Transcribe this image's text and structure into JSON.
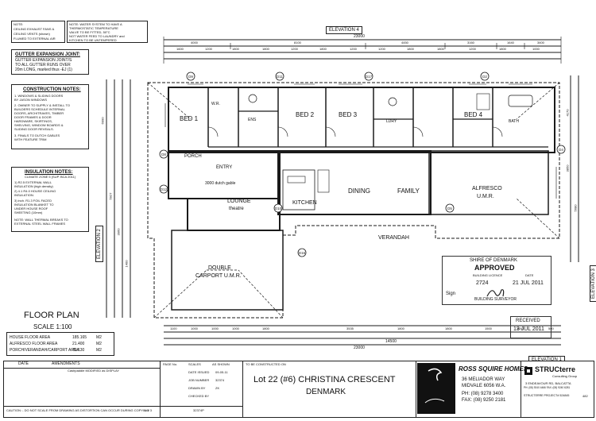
{
  "notes": {
    "note1": [
      "NOTE:",
      "CEILING EXHAUST FANS &",
      "CEILING VENTS (shown)",
      "FLUMED TO EXTERNAL AIR"
    ],
    "note2": [
      "NOTE: WATER SYSTEM TO HAVE A",
      "THERMOSTATIC TEMPERATURE",
      "VALVE TO BE FITTED, 50°C",
      "NOT WATER FEED TO LAUNDRY and",
      "KITCHEN TO BE UNTEMPERED"
    ],
    "gutter_title": "GUTTER EXPANSION JOINT:",
    "gutter_lines": [
      "GUTTER EXPANSION JOINT/S",
      "TO ALL GUTTER RUNS OVER",
      "20m LONG, marked thus -EJ (1)"
    ],
    "construction_title": "CONSTRUCTION NOTES:",
    "construction_lines": [
      "1. WINDOWS & SLIDING DOORS",
      "   BY JASON WINDOWS",
      "2. OWNER TO SUPPLY & INSTALL TO",
      "   BUILDERS SCHEDULE INTERNAL",
      "   DOORS, ARCHITRAVES, TIMBER",
      "   DOOR FRAMES & DOOR",
      "   HARDWARE, SKIRTINGS,",
      "   SHELVING, WINDOW BOARDS &",
      "   SLIDING DOOR REVEALS.",
      "3. FINALS TO DUTCH GABLES",
      "   WITH FEATURE TRIM"
    ],
    "insulation_title": "INSULATION NOTES:",
    "insulation_lines": [
      "CLIMATE ZONE 5 (SUP. BCA 2011)",
      "1) R2.5 EXTERNAL WALL",
      "   INSULATION (high density)",
      "2) 4.1 R4.0 HOUSE CEILING",
      "   INSULATION.",
      "3) inch. R1.3 FOIL FACED",
      "   INSULATION BLANKET TO",
      "   UNDER HOUSE ROOF",
      "   SHEETING (10mm)",
      "NOTE: WALL THERMAL BREAKS TO",
      "EXTERNAL STEEL WALL FRAMES"
    ]
  },
  "floor_plan": {
    "title": "FLOOR PLAN",
    "scale": "SCALE 1:100",
    "areas": [
      {
        "label": "HOUSE FLOOR AREA",
        "value": "185.165",
        "unit": "M2"
      },
      {
        "label": "ALFRESCO FLOOR AREA",
        "value": "21.400",
        "unit": "M2"
      },
      {
        "label": "PORCH/VERANDAH/CARPORT AREA",
        "value": "70.130",
        "unit": "M2"
      }
    ]
  },
  "elevations": {
    "top": "ELEVATION 4",
    "left": "ELEVATION 2",
    "right": "ELEVATION 3",
    "bottom": "ELEVATION 1"
  },
  "dims": {
    "top_overall": "23000",
    "top_row1": [
      "4000",
      "8100",
      "4450",
      "3160",
      "1640",
      "3400"
    ],
    "top_row2": [
      "1600",
      "1200",
      "1800",
      "1800",
      "1200",
      "1800",
      "1200",
      "1200",
      "1800",
      "1800",
      "1200",
      "1800",
      "1000"
    ],
    "bottom_overall": "23000",
    "bottom_mid": "14500",
    "bottom_row": [
      "1100",
      "1000",
      "1000",
      "1000",
      "1800",
      "3535",
      "1800",
      "1800",
      "1500",
      "1000",
      "500"
    ],
    "left_vertical": [
      "6990",
      "5927",
      "3960",
      "1400"
    ],
    "right_vertical": [
      "4170",
      "3850",
      "5680"
    ]
  },
  "rooms": [
    {
      "name": "BED 1"
    },
    {
      "name": "BED 2"
    },
    {
      "name": "BED 3"
    },
    {
      "name": "BED 4"
    },
    {
      "name": "W.R."
    },
    {
      "name": "ENS"
    },
    {
      "name": "BATH"
    },
    {
      "name": "LDRY"
    },
    {
      "name": "PORCH"
    },
    {
      "name": "ENTRY"
    },
    {
      "name": "LOUNGE"
    },
    {
      "name": "theatre"
    },
    {
      "name": "KITCHEN"
    },
    {
      "name": "DINING"
    },
    {
      "name": "FAMILY"
    },
    {
      "name": "VERANDAH"
    },
    {
      "name": "ALFRESCO"
    },
    {
      "name": "U.M.R."
    },
    {
      "name": "DOUBLE"
    },
    {
      "name": "CARPORT U.M.R."
    },
    {
      "name": "3000 dutch gable"
    }
  ],
  "title_block": {
    "date_label": "DATE",
    "amendments_label": "AMENDMENTS",
    "amendment_note": "Cashpaddle MODIFIED as DISPLAY",
    "page_label": "PAGE No.",
    "scales_label": "SCALES",
    "scales_value": "AS SHOWN",
    "date_issued_label": "DATE ISSUED",
    "date_issued_value": "09-05-11",
    "job_number_label": "JOB NUMBER",
    "job_number_value": "32374",
    "drawn_label": "DRAWN BY",
    "drawn_value": "ZK",
    "checked_label": "CHECKED BY",
    "sheet_ref": "32374P",
    "pages": "1 of 3",
    "construct_prefix": "TO BE CONSTRUCTED ON",
    "lot": "Lot 22 (#6) CHRISTINA CRESCENT",
    "suburb": "DENMARK",
    "caution": "CAUTION :- DO NOT SCALE FROM DRAWING AS DISTORTION CAN OCCUR DURING COPYING",
    "company": "ROSS SQUIRE HOMES",
    "company_addr1": "36 MELIADOR WAY",
    "company_addr2": "MIDVALE 6056 W.A.",
    "company_ph": "PH: (08) 9278 3400",
    "company_fax": "FAX: (08) 9250 2181",
    "engineer": "STRUCterre",
    "engineer_sub": "Consulting Group",
    "engineer_addr": "3 ENDEAVOUR RD, BALCATTA",
    "engineer_ph": "PH: (08) 9240 4466  FAX: (08) 9240 6281",
    "engineer_proj": "STRUCTERRE PROJECT# 524845",
    "engineer_proj_num": "482"
  },
  "stamp": {
    "shire": "SHIRE OF DENMARK",
    "approved": "APPROVED",
    "sub": "BUILDING LICENCE",
    "sub2": "DATE",
    "num": "2724",
    "date": "21 JUL 2011",
    "sign": "Sign",
    "role": "BUILDING SURVEYOR",
    "received": "RECEIVED",
    "received_date": "13 JUL 2011"
  },
  "colors": {
    "ink": "#1a1a1a",
    "paper": "#ffffff"
  }
}
